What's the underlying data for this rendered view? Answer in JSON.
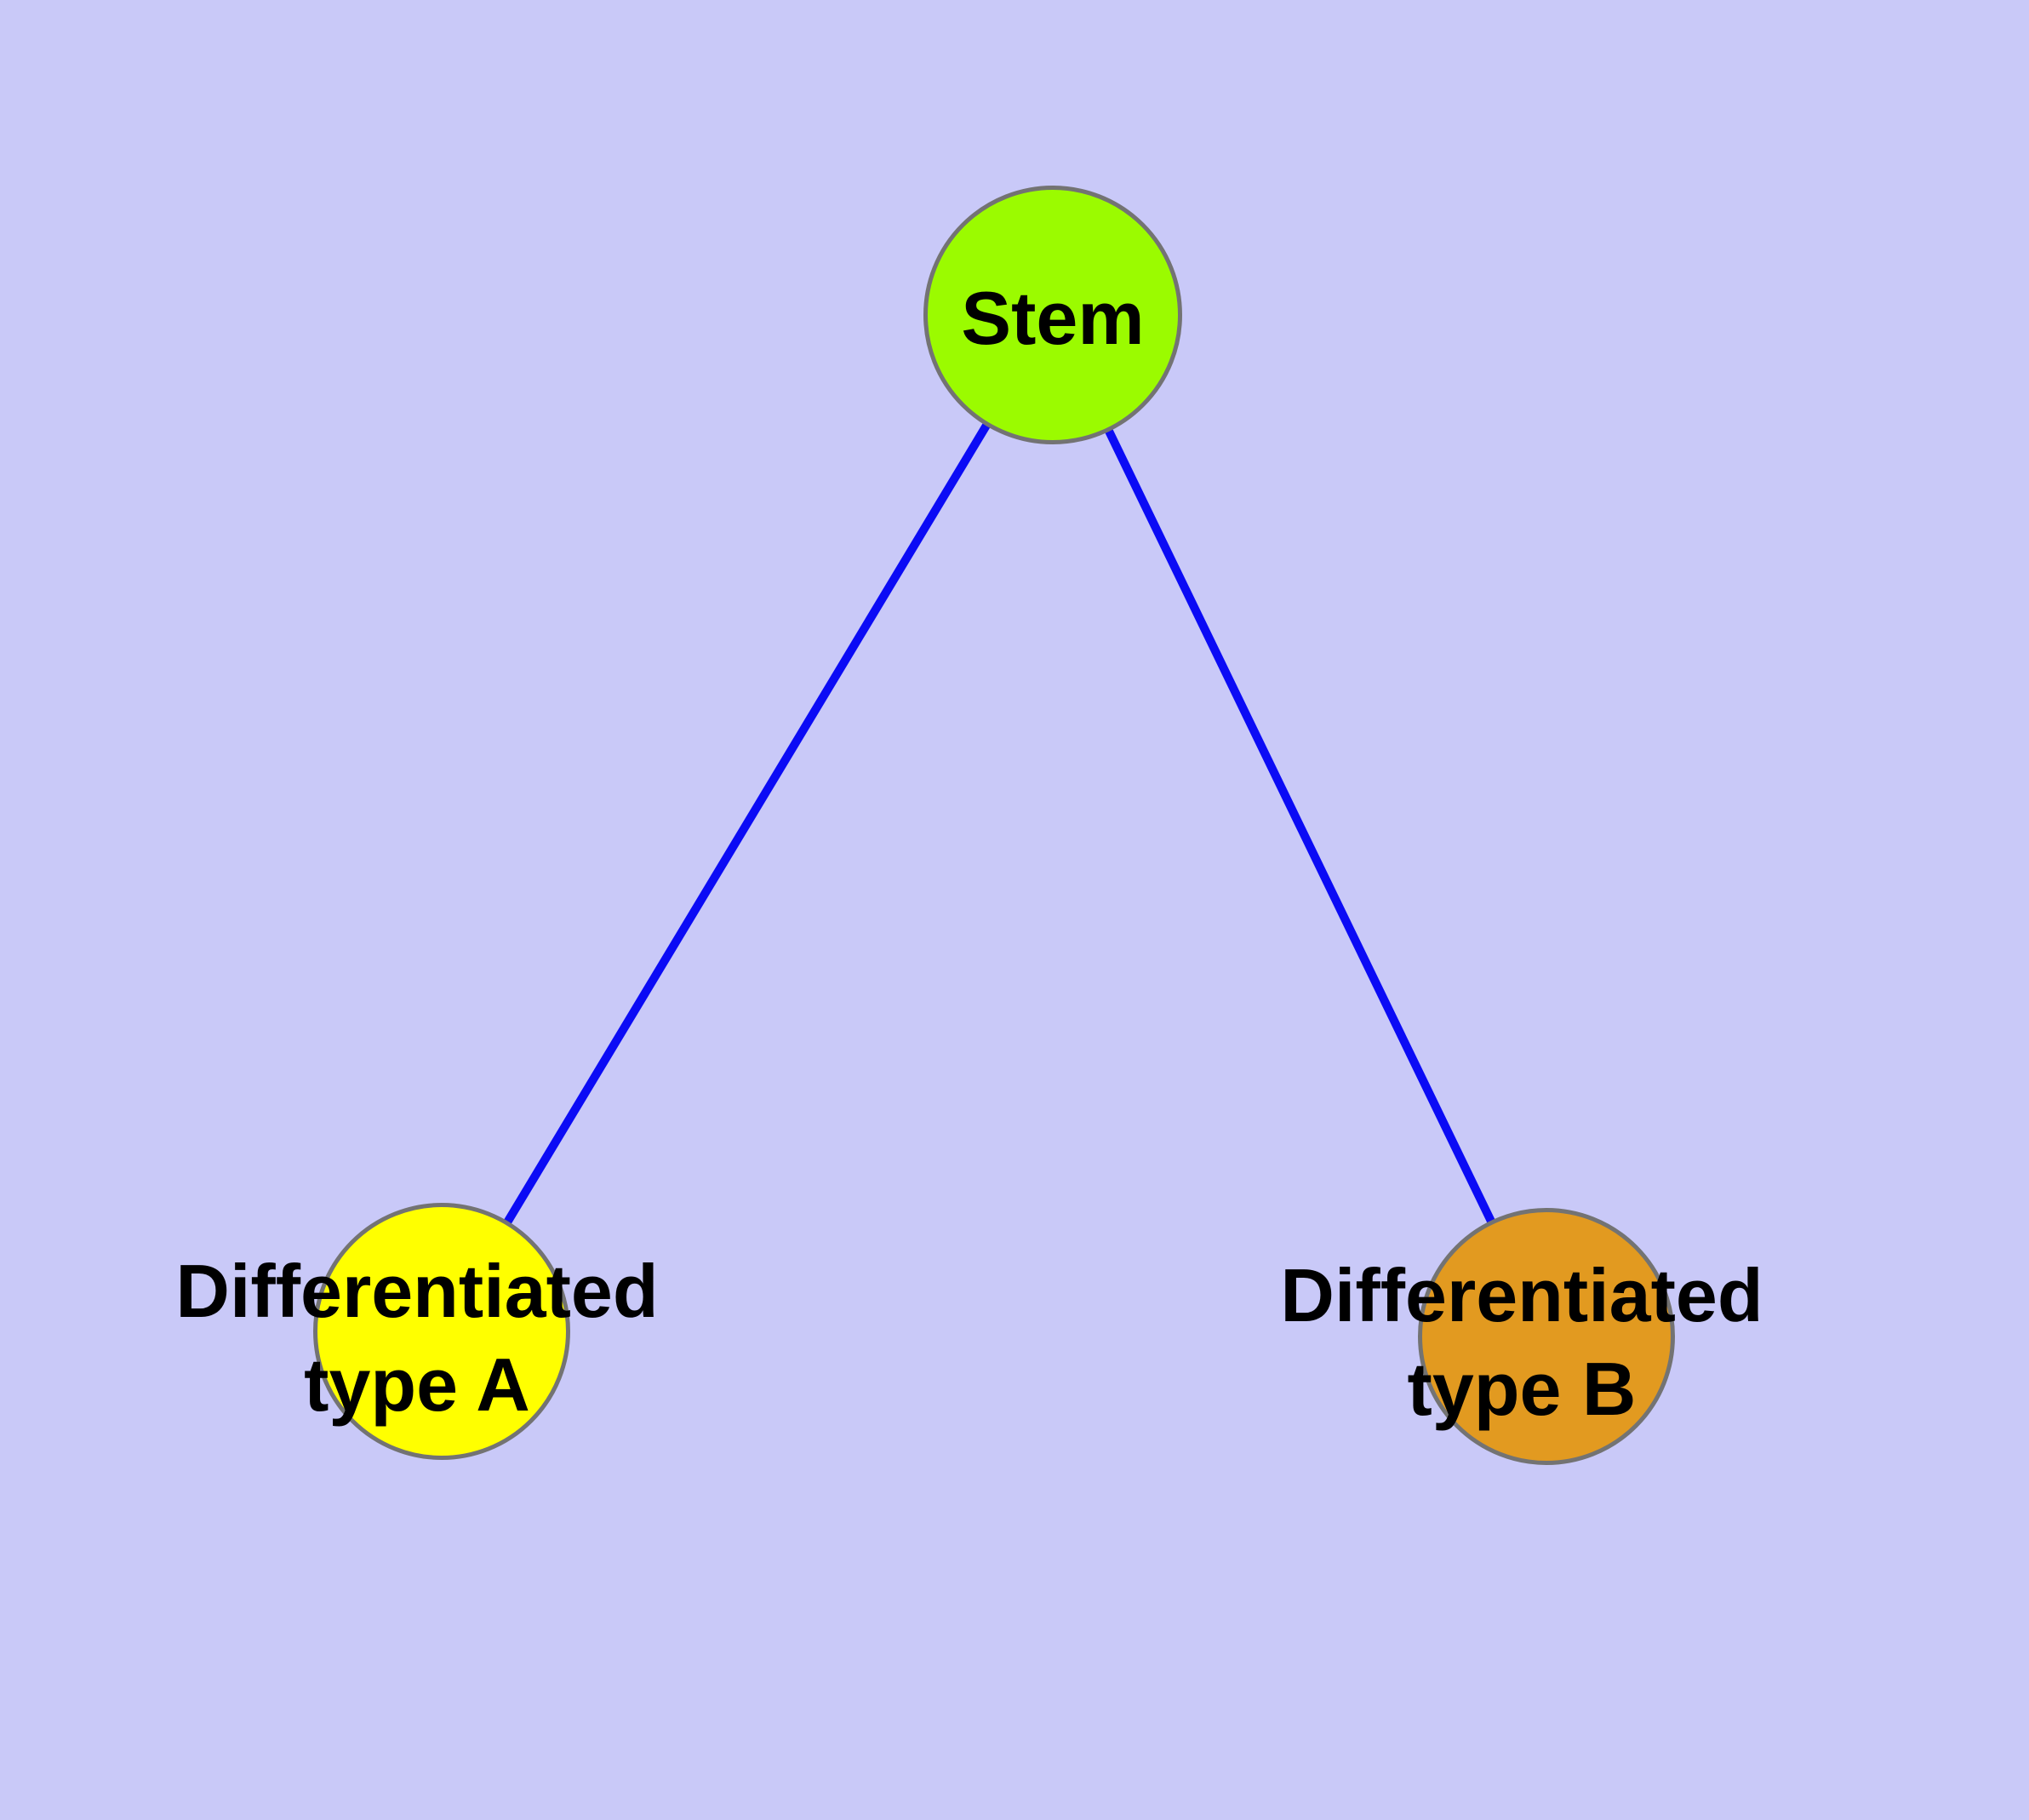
{
  "graph": {
    "colors": {
      "background": "#C9C9F8",
      "node_border": "#737373",
      "edge": "#0B0BF5",
      "label_text": "#000000"
    },
    "nodes": [
      {
        "id": "stem",
        "label": "Stem",
        "shape": "circle",
        "fill": "#9BFB00"
      },
      {
        "id": "diff-a",
        "label": "Differentiated type A",
        "label_lines": [
          "Differentiated",
          "type A"
        ],
        "shape": "circle",
        "fill": "#FFFF00"
      },
      {
        "id": "diff-b",
        "label": "Differentiated type B",
        "label_lines": [
          "Differentiated",
          "type B"
        ],
        "shape": "circle",
        "fill": "#E29A20"
      }
    ],
    "edges": [
      {
        "from": "stem",
        "to": "diff-a"
      },
      {
        "from": "stem",
        "to": "diff-b"
      }
    ]
  }
}
